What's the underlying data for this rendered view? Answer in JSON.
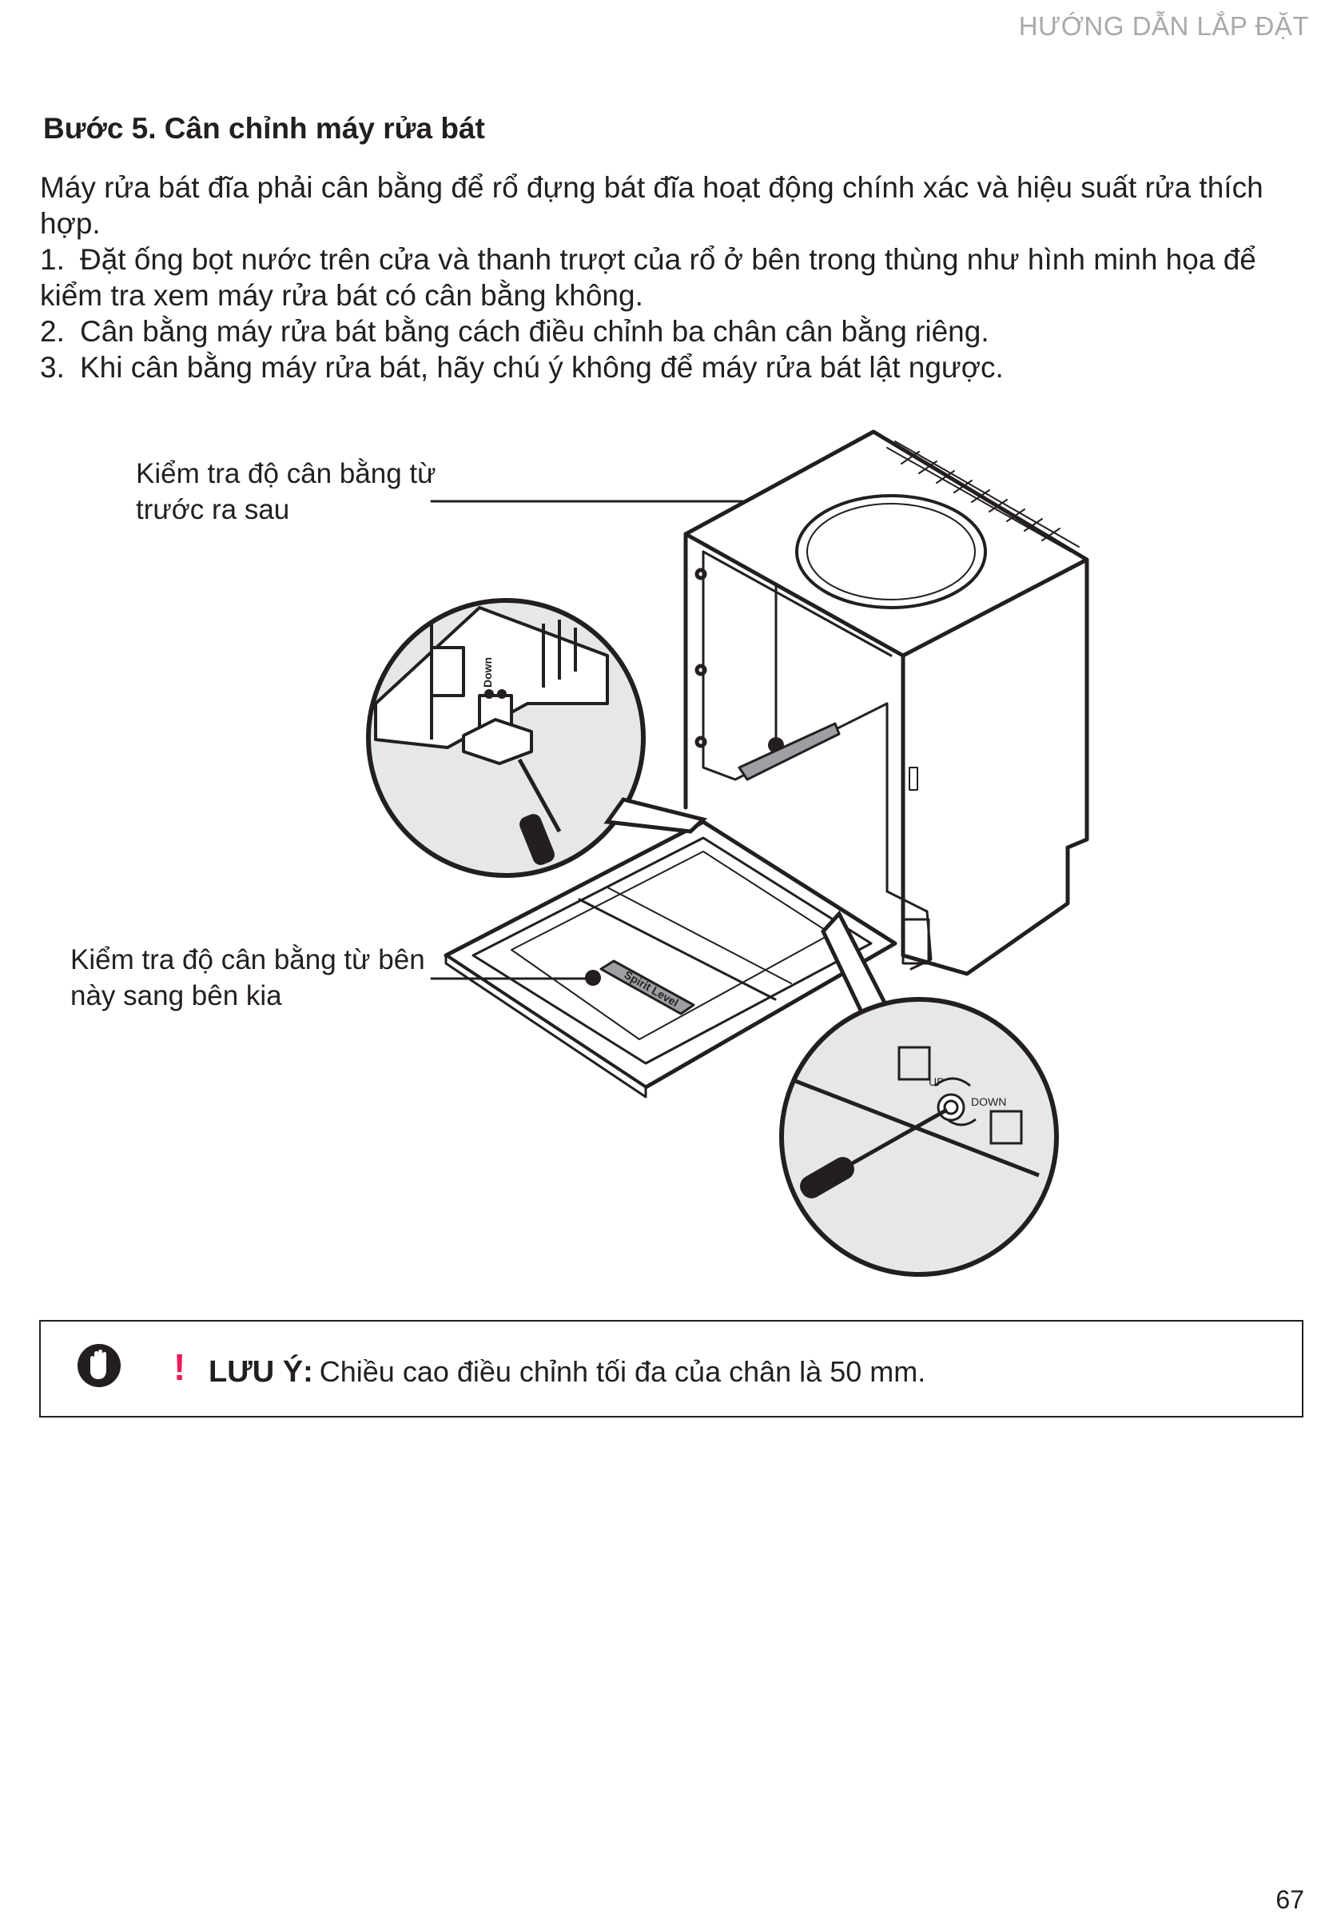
{
  "header": {
    "section": "HƯỚNG DẪN LẮP ĐẶT"
  },
  "step": {
    "title": "Bước 5. Cân chỉnh máy rửa bát"
  },
  "intro": "Máy rửa bát đĩa phải cân bằng để rổ đựng bát đĩa hoạt động chính xác và hiệu suất rửa thích hợp.",
  "steps": [
    {
      "num": "1.",
      "text": "Đặt ống bọt nước trên cửa và thanh trượt của rổ ở bên trong thùng như hình minh họa để kiểm tra xem máy rửa bát có cân bằng không."
    },
    {
      "num": "2.",
      "text": "Cân bằng máy rửa bát bằng cách điều chỉnh ba chân cân bằng riêng."
    },
    {
      "num": "3.",
      "text": "Khi cân bằng máy rửa bát, hãy chú ý không để máy rửa bát lật ngược."
    }
  ],
  "figure": {
    "callout_front_back": "Kiểm tra độ cân bằng từ trước ra sau",
    "callout_side_side": "Kiểm tra độ cân bằng từ bên này sang bên kia",
    "spirit_level_label": "Spirit Level",
    "up_label": "UP",
    "down_label": "DOWN",
    "down_label_small": "Down"
  },
  "note": {
    "label": "LƯU Ý:",
    "text": "Chiều cao điều chỉnh tối đa của chân là 50 mm.",
    "icon": "hand-stop-icon",
    "accent_color": "#ed1c58"
  },
  "page_number": "67"
}
